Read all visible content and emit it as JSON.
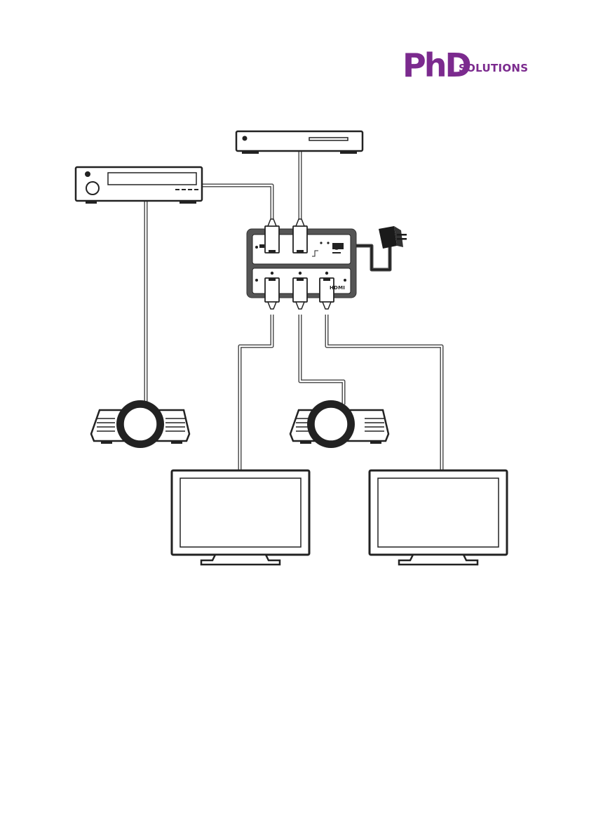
{
  "logo": {
    "primary": "PhD",
    "secondary": "SOLUTIONS",
    "color": "#7b2a8e"
  },
  "splitter": {
    "port_brand": "HDMI"
  },
  "icons": {
    "source_top": "bluray-player-icon",
    "source_left": "av-receiver-icon",
    "hub": "hdmi-matrix-switcher-icon",
    "power": "power-adapter-icon",
    "projectors": "projector-icon",
    "displays": "monitor-icon"
  },
  "colors": {
    "device_stroke": "#222222",
    "device_fill": "#ffffff",
    "hub_body": "#555555",
    "hub_panel": "#ffffff",
    "cable_stroke": "#444444",
    "adapter_fill": "#1a1a1a"
  }
}
